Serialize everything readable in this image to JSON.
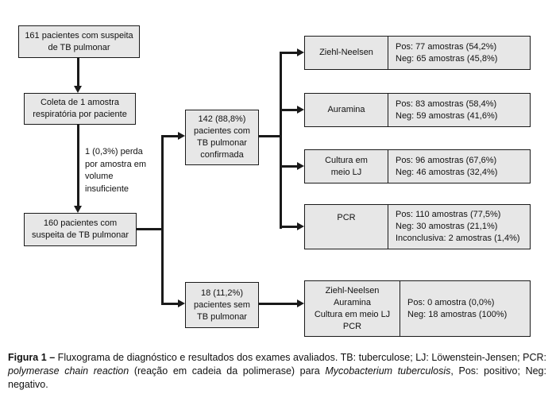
{
  "figure": {
    "colors": {
      "background": "#ffffff",
      "box_fill": "#e7e7e7",
      "box_border": "#1a1a1a",
      "connector": "#1a1a1a",
      "text": "#111111"
    },
    "nodes": {
      "patients_initial": "161 pacientes com suspeita\nde TB pulmonar",
      "collection": "Coleta de 1 amostra\nrespiratória por paciente",
      "loss_note": "1 (0,3%) perda\npor amostra em\nvolume\ninsuficiente",
      "patients_remaining": "160 pacientes com\nsuspeita de TB pulmonar",
      "tb_confirmed": "142 (88,8%)\npacientes com\nTB pulmonar\nconfirmada",
      "tb_excluded": "18 (11,2%)\npacientes sem\nTB pulmonar"
    },
    "tests": [
      {
        "label": "Ziehl-Neelsen",
        "results": "Pos: 77 amostras (54,2%)\nNeg: 65 amostras (45,8%)"
      },
      {
        "label": "Auramina",
        "results": "Pos: 83 amostras (58,4%)\nNeg: 59 amostras (41,6%)"
      },
      {
        "label": "Cultura em\nmeio LJ",
        "results": "Pos: 96 amostras (67,6%)\nNeg: 46 amostras (32,4%)"
      },
      {
        "label": "PCR",
        "results": "Pos: 110 amostras (77,5%)\nNeg: 30 amostras (21,1%)\nInconclusiva: 2 amostras (1,4%)"
      },
      {
        "label": "Ziehl-Neelsen\nAuramina\nCultura em meio LJ\nPCR",
        "results": "Pos: 0 amostra (0,0%)\nNeg: 18 amostras (100%)"
      }
    ],
    "caption": {
      "bold": "Figura 1 –",
      "text1": " Fluxograma de diagnóstico e resultados dos exames avaliados. TB: tuberculose; LJ: Löwenstein-Jensen; PCR: ",
      "italic1": "polymerase chain reaction",
      "text2": " (reação em cadeia da polimerase) para ",
      "italic2": "Mycobacterium tuberculosis",
      "text3": ", Pos: positivo; Neg: negativo."
    }
  }
}
